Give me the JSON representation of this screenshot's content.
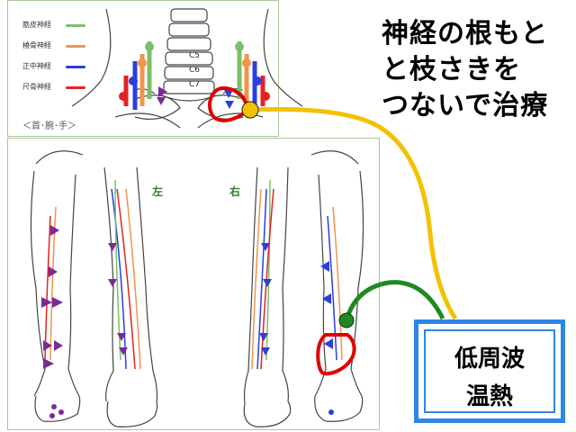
{
  "legend": [
    {
      "label": "筋皮神経",
      "color": "#7bbf6a"
    },
    {
      "label": "橈骨神経",
      "color": "#f0954a"
    },
    {
      "label": "正中神経",
      "color": "#2b3ee0"
    },
    {
      "label": "尺骨神経",
      "color": "#e52222"
    }
  ],
  "vertebrae": [
    "C5",
    "C6",
    "C7"
  ],
  "caption": "＜首･腕･手＞",
  "side_labels": {
    "left": "左",
    "right": "右"
  },
  "headline": [
    "神経の根もと",
    "と枝さきを",
    "つないで治療"
  ],
  "therapy": [
    "低周波",
    "温熱"
  ],
  "colors": {
    "connector_yellow": "#f2c200",
    "connector_green": "#1f8a1f",
    "highlight_red": "#e00000",
    "box_blue": "#2d86e8",
    "marker_purple": "#7a2a99"
  }
}
